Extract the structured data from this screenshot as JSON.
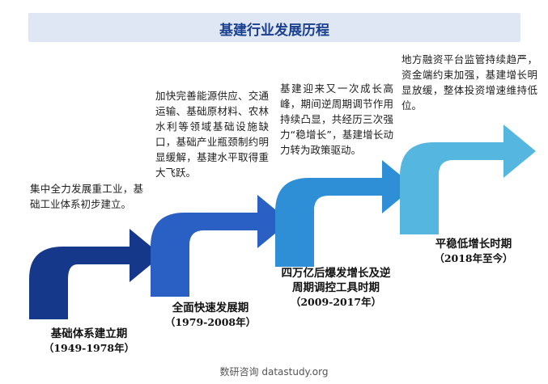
{
  "title": "基建行业发展历程",
  "stages": [
    {
      "name": "基础体系建立期",
      "years": "（1949-1978年）",
      "description": "集中全力发展重工业，基础工业体系初步建立。",
      "icon": "pencil-icon",
      "color": "#16388a"
    },
    {
      "name": "全面快速发展期",
      "years": "（1979-2008年）",
      "description": "加快完善能源供应、交通运输、基础原材料、农林水利等领域基础设施缺口，基础产业瓶颈制约明显缓解，基建水平取得重大飞跃。",
      "icon": "paperclip-icon",
      "color": "#2a5fc4"
    },
    {
      "name": "四万亿后爆发增长及逆周期调控工具时期",
      "years": "（2009-2017年）",
      "description": "基建迎来又一次成长高峰，期间逆周期调节作用持续凸显，共经历三次强力“稳增长”，基建增长动力转为政策驱动。",
      "icon": "lightbulb-icon",
      "color": "#2e8fd6"
    },
    {
      "name": "平稳低增长时期",
      "years": "（2018年至今）",
      "description": "地方融资平台监管持续趋严，资金端约束加强，基建增长明显放缓，整体投资增速维持低位。",
      "icon": "graduation-cap-icon",
      "color": "#55b7df"
    }
  ],
  "footer": "数研咨询 datastudy.org"
}
